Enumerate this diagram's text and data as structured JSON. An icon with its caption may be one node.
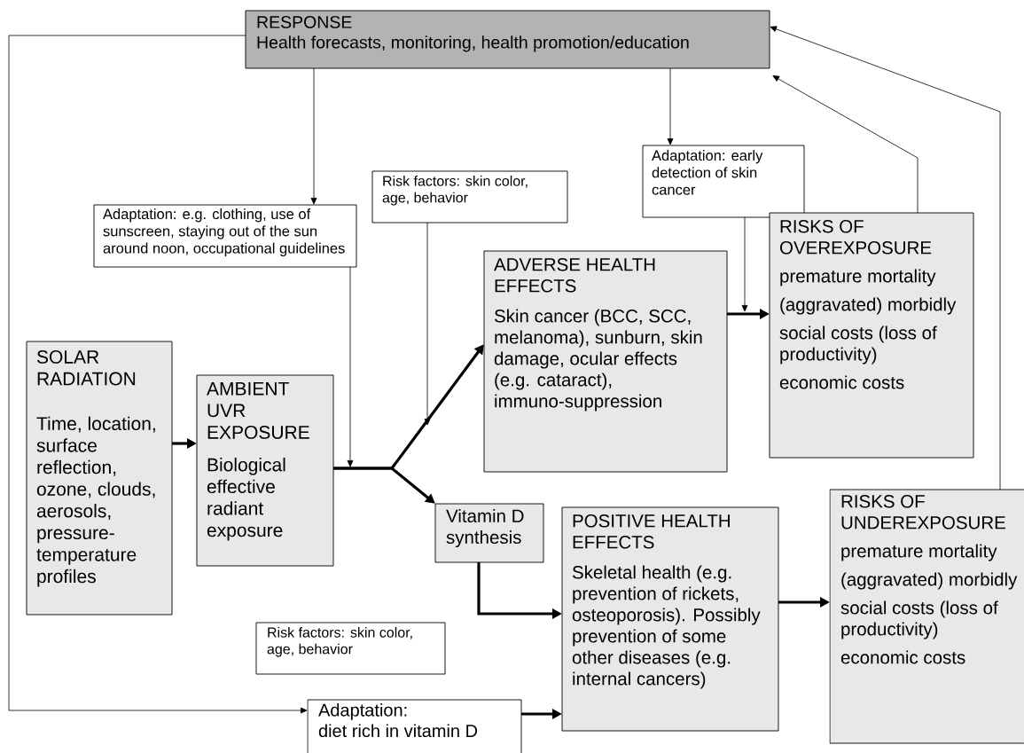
{
  "diagram": {
    "nodes": [
      {
        "text": [
          "RESPONSE",
          "Health forecasts, monitoring, health promotion/education"
        ]
      },
      {
        "text": [
          "Adaptation: e.g. clothing, use of sunscreen, staying out of the sun around noon, occupational guidelines"
        ]
      },
      {
        "text": [
          "Risk factors: skin color,  age, behavior"
        ]
      },
      {
        "text": [
          "Adaptation:  early detection of skin cancer"
        ]
      },
      {
        "text": [
          "RISKS OF OVEREXPOSURE",
          "premature mortality",
          "(aggravated) morbidly",
          "social costs (loss of productivity)",
          "economic costs"
        ]
      },
      {
        "text": [
          "ADVERSE HEALTH EFFECTS",
          "Skin cancer (BCC, SCC, melanoma), sunburn, skin damage, ocular effects (e.g. cataract), immuno-suppression"
        ]
      },
      {
        "text": [
          "SOLAR RADIATION",
          "Time, location, surface reflection, ozone, clouds, aerosols, pressure-temperature profiles"
        ]
      },
      {
        "text": [
          "AMBIENT UVR EXPOSURE",
          "Biological effective radiant exposure"
        ]
      },
      {
        "text": [
          "Vitamin D synthesis"
        ]
      },
      {
        "text": [
          "POSITIVE HEALTH EFFECTS",
          "Skeletal health (e.g. prevention of rickets, osteoporosis). Possibly prevention of some other diseases (e.g. internal cancers)"
        ]
      },
      {
        "text": [
          "RISKS OF UNDEREXPOSURE",
          "premature mortality",
          "(aggravated) morbidly",
          "social costs (loss of productivity)",
          "economic costs"
        ]
      },
      {
        "text": [
          "Risk factors: skin color, age, behavior"
        ]
      },
      {
        "text": [
          "Adaptation:",
          "diet rich in vitamin D"
        ]
      }
    ],
    "edges": [
      {
        "from": 0,
        "to": 1,
        "arrow": "to"
      },
      {
        "from": 0,
        "to": 3,
        "arrow": "to"
      },
      {
        "from": 4,
        "to": 0,
        "arrow": "to"
      },
      {
        "from": 10,
        "to": 0,
        "arrow": "to"
      },
      {
        "from": 0,
        "to": 12,
        "arrow": "to"
      },
      {
        "from": 6,
        "to": 7,
        "arrow": "to",
        "style": "thick"
      },
      {
        "from": 7,
        "to": 5,
        "arrow": "to",
        "style": "thick"
      },
      {
        "from": 7,
        "to": 8,
        "arrow": "to",
        "style": "thick"
      },
      {
        "from": 5,
        "to": 4,
        "arrow": "to",
        "style": "thick"
      },
      {
        "from": 8,
        "to": 9,
        "arrow": "to",
        "style": "thick"
      },
      {
        "from": 12,
        "to": 9,
        "arrow": "to",
        "style": "thick"
      },
      {
        "from": 9,
        "to": 10,
        "arrow": "to",
        "style": "thick"
      },
      {
        "from": 1,
        "to": null,
        "arrow": "to"
      },
      {
        "from": 2,
        "to": null,
        "arrow": "to"
      },
      {
        "from": 3,
        "to": null,
        "arrow": "to"
      }
    ]
  }
}
